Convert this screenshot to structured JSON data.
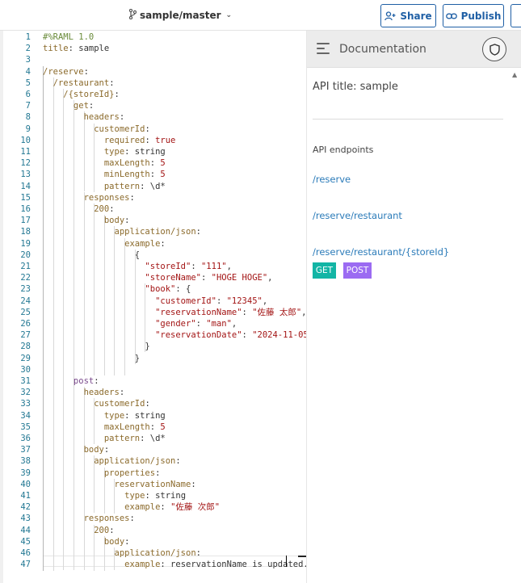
{
  "header": {
    "branch": "sample/master",
    "share_label": "Share",
    "publish_label": "Publish"
  },
  "editor": {
    "lines": [
      {
        "n": "1",
        "t": [
          [
            "c",
            "#%RAML 1.0"
          ]
        ]
      },
      {
        "n": "2",
        "t": [
          [
            "k",
            "title"
          ],
          [
            "v",
            ": sample"
          ]
        ]
      },
      {
        "n": "3",
        "t": []
      },
      {
        "n": "4",
        "t": [
          [
            "k",
            "/reserve"
          ],
          [
            "v",
            ":"
          ]
        ]
      },
      {
        "n": "5",
        "t": [
          [
            "k",
            "  /restaurant"
          ],
          [
            "v",
            ":"
          ]
        ]
      },
      {
        "n": "6",
        "t": [
          [
            "k",
            "    /{storeId}"
          ],
          [
            "v",
            ":"
          ]
        ]
      },
      {
        "n": "7",
        "t": [
          [
            "k",
            "      get"
          ],
          [
            "v",
            ":"
          ]
        ]
      },
      {
        "n": "8",
        "t": [
          [
            "k",
            "        headers"
          ],
          [
            "v",
            ":"
          ]
        ]
      },
      {
        "n": "9",
        "t": [
          [
            "k",
            "          customerId"
          ],
          [
            "v",
            ":"
          ]
        ]
      },
      {
        "n": "10",
        "t": [
          [
            "k",
            "            required"
          ],
          [
            "v",
            ": "
          ],
          [
            "n",
            "true"
          ]
        ]
      },
      {
        "n": "11",
        "t": [
          [
            "k",
            "            type"
          ],
          [
            "v",
            ": string"
          ]
        ]
      },
      {
        "n": "12",
        "t": [
          [
            "k",
            "            maxLength"
          ],
          [
            "v",
            ": "
          ],
          [
            "n",
            "5"
          ]
        ]
      },
      {
        "n": "13",
        "t": [
          [
            "k",
            "            minLength"
          ],
          [
            "v",
            ": "
          ],
          [
            "n",
            "5"
          ]
        ]
      },
      {
        "n": "14",
        "t": [
          [
            "k",
            "            pattern"
          ],
          [
            "v",
            ": \\d*"
          ]
        ]
      },
      {
        "n": "15",
        "t": [
          [
            "k",
            "        responses"
          ],
          [
            "v",
            ":"
          ]
        ]
      },
      {
        "n": "16",
        "t": [
          [
            "k",
            "          200"
          ],
          [
            "v",
            ":"
          ]
        ]
      },
      {
        "n": "17",
        "t": [
          [
            "k",
            "            body"
          ],
          [
            "v",
            ":"
          ]
        ]
      },
      {
        "n": "18",
        "t": [
          [
            "k",
            "              application/json"
          ],
          [
            "v",
            ":"
          ]
        ]
      },
      {
        "n": "19",
        "t": [
          [
            "k",
            "                example"
          ],
          [
            "v",
            ":"
          ]
        ]
      },
      {
        "n": "20",
        "t": [
          [
            "v",
            "                  {"
          ]
        ]
      },
      {
        "n": "21",
        "t": [
          [
            "s",
            "                    \"storeId\""
          ],
          [
            "v",
            ": "
          ],
          [
            "s",
            "\"111\""
          ],
          [
            "v",
            ","
          ]
        ]
      },
      {
        "n": "22",
        "t": [
          [
            "s",
            "                    \"storeName\""
          ],
          [
            "v",
            ": "
          ],
          [
            "s",
            "\"HOGE HOGE\""
          ],
          [
            "v",
            ","
          ]
        ]
      },
      {
        "n": "23",
        "t": [
          [
            "s",
            "                    \"book\""
          ],
          [
            "v",
            ": {"
          ]
        ]
      },
      {
        "n": "24",
        "t": [
          [
            "s",
            "                      \"customerId\""
          ],
          [
            "v",
            ": "
          ],
          [
            "s",
            "\"12345\""
          ],
          [
            "v",
            ","
          ]
        ]
      },
      {
        "n": "25",
        "t": [
          [
            "s",
            "                      \"reservationName\""
          ],
          [
            "v",
            ": "
          ],
          [
            "s",
            "\"佐藤 太郎\""
          ],
          [
            "v",
            ","
          ]
        ]
      },
      {
        "n": "26",
        "t": [
          [
            "s",
            "                      \"gender\""
          ],
          [
            "v",
            ": "
          ],
          [
            "s",
            "\"man\""
          ],
          [
            "v",
            ","
          ]
        ]
      },
      {
        "n": "27",
        "t": [
          [
            "s",
            "                      \"reservationDate\""
          ],
          [
            "v",
            ": "
          ],
          [
            "s",
            "\"2024-11-05\""
          ],
          [
            "v",
            ","
          ]
        ]
      },
      {
        "n": "28",
        "t": [
          [
            "v",
            "                    }"
          ]
        ]
      },
      {
        "n": "29",
        "t": [
          [
            "v",
            "                  }"
          ]
        ]
      },
      {
        "n": "30",
        "t": []
      },
      {
        "n": "31",
        "t": [
          [
            "k2",
            "      post"
          ],
          [
            "v",
            ":"
          ]
        ]
      },
      {
        "n": "32",
        "t": [
          [
            "k",
            "        headers"
          ],
          [
            "v",
            ":"
          ]
        ]
      },
      {
        "n": "33",
        "t": [
          [
            "k",
            "          customerId"
          ],
          [
            "v",
            ":"
          ]
        ]
      },
      {
        "n": "34",
        "t": [
          [
            "k",
            "            type"
          ],
          [
            "v",
            ": string"
          ]
        ]
      },
      {
        "n": "35",
        "t": [
          [
            "k",
            "            maxLength"
          ],
          [
            "v",
            ": "
          ],
          [
            "n",
            "5"
          ]
        ]
      },
      {
        "n": "36",
        "t": [
          [
            "k",
            "            pattern"
          ],
          [
            "v",
            ": \\d*"
          ]
        ]
      },
      {
        "n": "37",
        "t": [
          [
            "k",
            "        body"
          ],
          [
            "v",
            ":"
          ]
        ]
      },
      {
        "n": "38",
        "t": [
          [
            "k",
            "          application/json"
          ],
          [
            "v",
            ":"
          ]
        ]
      },
      {
        "n": "39",
        "t": [
          [
            "k",
            "            properties"
          ],
          [
            "v",
            ":"
          ]
        ]
      },
      {
        "n": "40",
        "t": [
          [
            "k",
            "              reservationName"
          ],
          [
            "v",
            ":"
          ]
        ]
      },
      {
        "n": "41",
        "t": [
          [
            "k",
            "                type"
          ],
          [
            "v",
            ": string"
          ]
        ]
      },
      {
        "n": "42",
        "t": [
          [
            "k",
            "                example"
          ],
          [
            "v",
            ": "
          ],
          [
            "s",
            "\"佐藤 次郎\""
          ]
        ]
      },
      {
        "n": "43",
        "t": [
          [
            "k",
            "        responses"
          ],
          [
            "v",
            ":"
          ]
        ]
      },
      {
        "n": "44",
        "t": [
          [
            "k",
            "          200"
          ],
          [
            "v",
            ":"
          ]
        ]
      },
      {
        "n": "45",
        "t": [
          [
            "k",
            "            body"
          ],
          [
            "v",
            ":"
          ]
        ]
      },
      {
        "n": "46",
        "t": [
          [
            "k",
            "              application/json"
          ],
          [
            "v",
            ":"
          ]
        ]
      },
      {
        "n": "47",
        "t": [
          [
            "k",
            "                example"
          ],
          [
            "v",
            ": reservationName is updated."
          ]
        ]
      }
    ]
  },
  "docs": {
    "panel_title": "Documentation",
    "api_title": "API title: sample",
    "endpoints_label": "API endpoints",
    "endpoints": [
      "/reserve",
      "/reserve/restaurant",
      "/reserve/restaurant/{storeId}"
    ],
    "methods": [
      "GET",
      "POST"
    ]
  },
  "colors": {
    "accent": "#1f5fa5",
    "get_badge": "#13b5a5",
    "post_badge": "#9b6bf2",
    "link": "#2b7bb9"
  }
}
